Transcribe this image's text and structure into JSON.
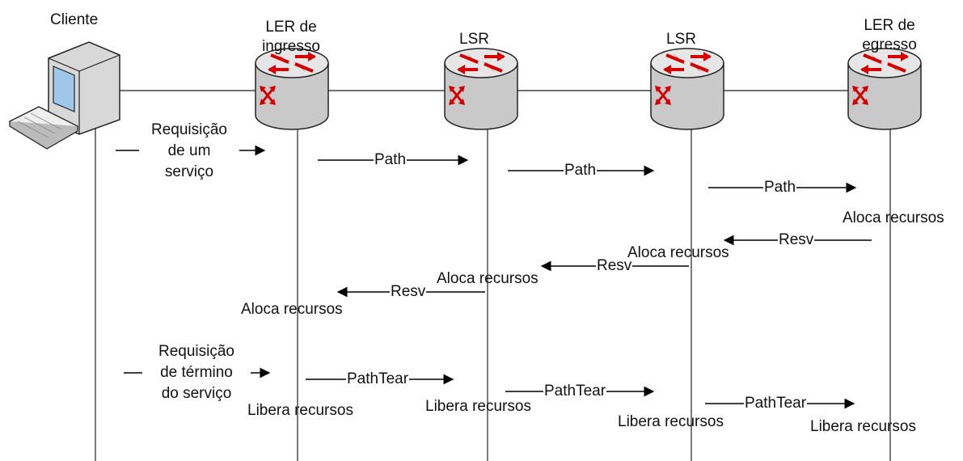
{
  "nodes": {
    "cliente": "Cliente",
    "ler_ingresso": {
      "line1": "LER de",
      "line2": "ingresso"
    },
    "lsr_1": "LSR",
    "lsr_2": "LSR",
    "ler_egresso": {
      "line1": "LER de",
      "line2": "egresso"
    }
  },
  "messages": {
    "requisicao_servico": [
      "Requisição",
      "de um",
      "serviço"
    ],
    "path": "Path",
    "resv": "Resv",
    "requisicao_termino": [
      "Requisição",
      "de término",
      "do serviço"
    ],
    "pathtear": "PathTear"
  },
  "notes": {
    "aloca": "Aloca recursos",
    "libera": "Libera recursos"
  },
  "icons": {
    "client": "computer-icon",
    "router": "router-icon"
  },
  "colors": {
    "router_arrow": "#d40000",
    "router_body": "#c9c9c9",
    "screen": "#9fc7ea"
  }
}
